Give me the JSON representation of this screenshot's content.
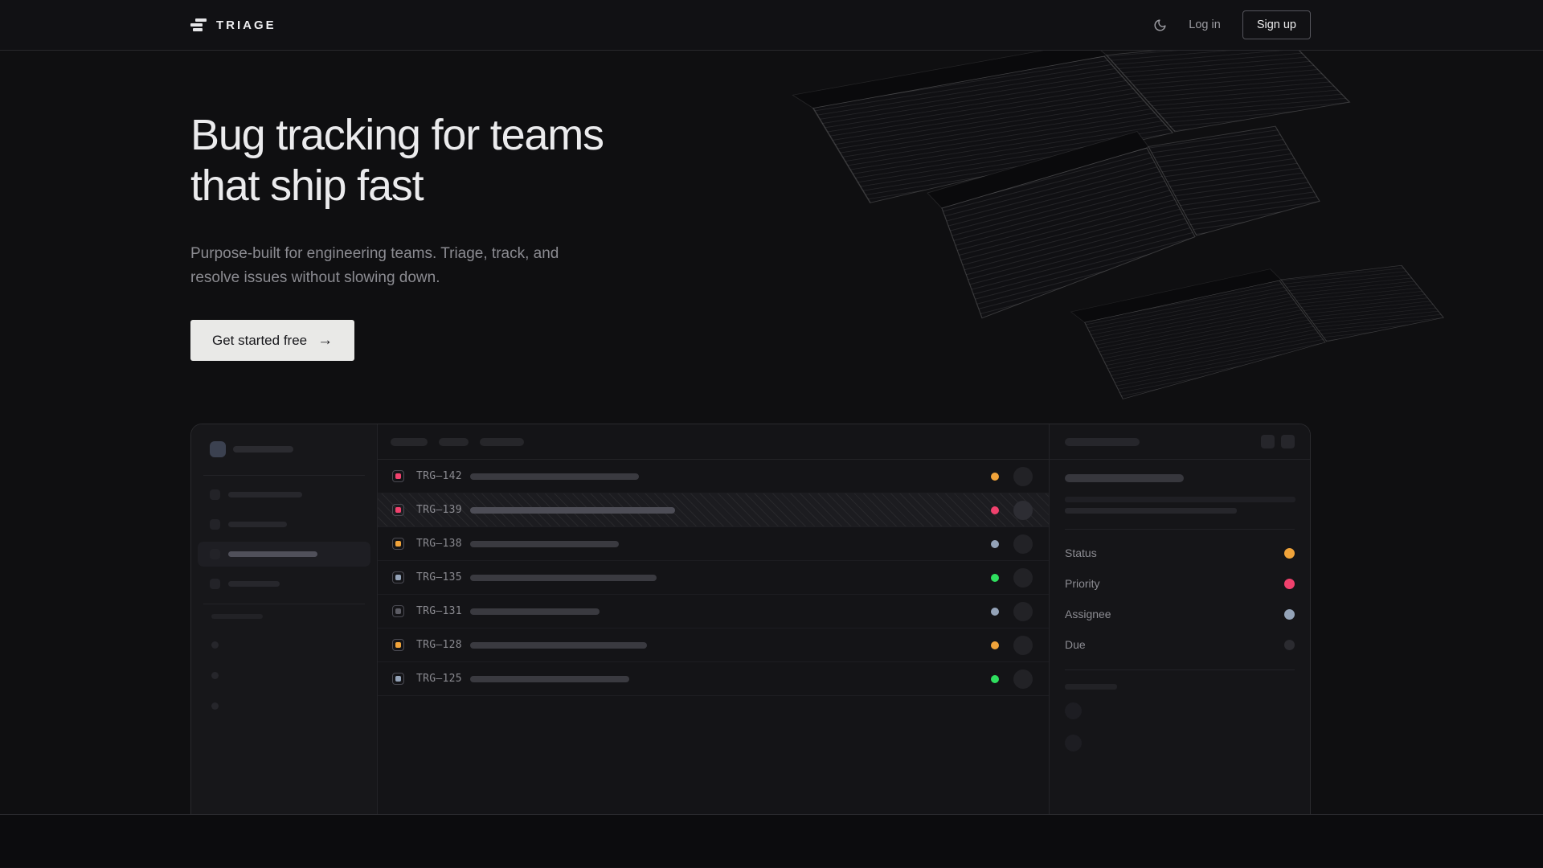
{
  "header": {
    "brand": "TRIAGE",
    "login_label": "Log in",
    "signup_label": "Sign up",
    "theme_icon": "moon-icon"
  },
  "hero": {
    "title_line1": "Bug tracking for teams",
    "title_line2": "that ship fast",
    "subtitle_line1": "Purpose-built for engineering teams. Triage, track, and",
    "subtitle_line2": "resolve issues without slowing down.",
    "cta_label": "Get started free",
    "cta_arrow": "→"
  },
  "colors": {
    "amber": "#f0a33a",
    "pink": "#f0416d",
    "blue_gray": "#94a3b8",
    "green": "#2fdf5f",
    "muted_gray": "#5c5c64",
    "due_dark": "#2b2b30",
    "cta_bg": "#e9e9e7"
  },
  "app_preview": {
    "sidebar": {
      "nav_pill_widths": [
        92,
        73,
        111,
        64
      ],
      "active_index": 2,
      "footer_dot_count": 3
    },
    "list_tab_widths": [
      46,
      37,
      55
    ],
    "issues": [
      {
        "id": "TRG–142",
        "icon_color": "#f0416d",
        "status_color": "#f0a33a",
        "title_width": 210,
        "selected": false
      },
      {
        "id": "TRG–139",
        "icon_color": "#f0416d",
        "status_color": "#f0416d",
        "title_width": 255,
        "selected": true
      },
      {
        "id": "TRG–138",
        "icon_color": "#f0a33a",
        "status_color": "#94a3b8",
        "title_width": 185,
        "selected": false
      },
      {
        "id": "TRG–135",
        "icon_color": "#94a3b8",
        "status_color": "#2fdf5f",
        "title_width": 232,
        "selected": false
      },
      {
        "id": "TRG–131",
        "icon_color": "#5c5c64",
        "status_color": "#94a3b8",
        "title_width": 161,
        "selected": false
      },
      {
        "id": "TRG–128",
        "icon_color": "#f0a33a",
        "status_color": "#f0a33a",
        "title_width": 220,
        "selected": false
      },
      {
        "id": "TRG–125",
        "icon_color": "#94a3b8",
        "status_color": "#2fdf5f",
        "title_width": 198,
        "selected": false
      }
    ],
    "detail_fields": [
      {
        "label": "Status",
        "color": "#f0a33a"
      },
      {
        "label": "Priority",
        "color": "#f0416d"
      },
      {
        "label": "Assignee",
        "color": "#94a3b8"
      },
      {
        "label": "Due",
        "color": "#2b2b30"
      }
    ]
  }
}
